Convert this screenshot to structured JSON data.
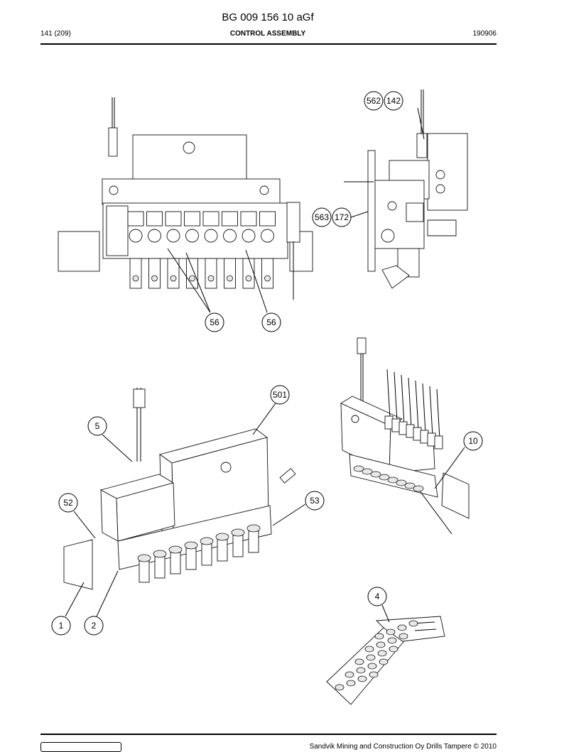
{
  "header": {
    "doc_id": "BG 009 156 10 aGf",
    "page": "141 (209)",
    "section_title": "CONTROL ASSEMBLY",
    "date": "190906"
  },
  "callouts": [
    {
      "id": "562",
      "label": "562"
    },
    {
      "id": "142",
      "label": "142"
    },
    {
      "id": "563",
      "label": "563"
    },
    {
      "id": "172",
      "label": "172"
    },
    {
      "id": "56a",
      "label": "56"
    },
    {
      "id": "56b",
      "label": "56"
    },
    {
      "id": "501",
      "label": "501"
    },
    {
      "id": "5",
      "label": "5"
    },
    {
      "id": "10",
      "label": "10"
    },
    {
      "id": "52",
      "label": "52"
    },
    {
      "id": "53",
      "label": "53"
    },
    {
      "id": "1",
      "label": "1"
    },
    {
      "id": "2",
      "label": "2"
    },
    {
      "id": "4",
      "label": "4"
    }
  ],
  "footer": {
    "copyright": "Sandvik Mining and Construction Oy Drills Tampere © 2010"
  }
}
